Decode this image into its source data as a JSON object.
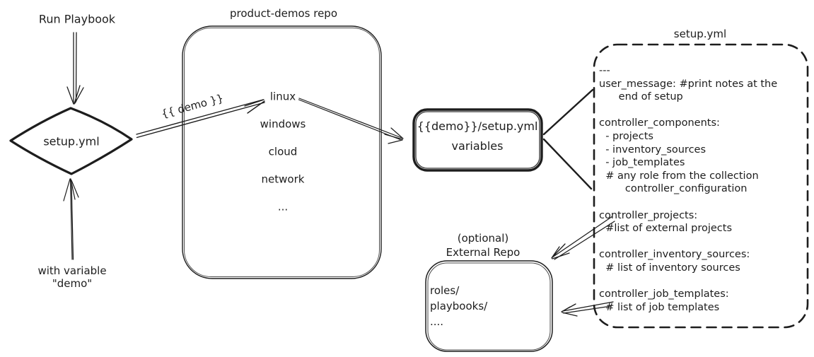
{
  "colors": {
    "ink": "#1d1d1d",
    "background": "#ffffff"
  },
  "trigger": {
    "run_playbook_label": "Run Playbook",
    "diamond_label": "setup.yml",
    "with_variable_label": [
      "with variable",
      "\"demo\""
    ]
  },
  "demo_arrow_label": "{{ demo }}",
  "product_demos": {
    "title": "product-demos repo",
    "items": [
      "linux",
      "windows",
      "cloud",
      "network",
      "..."
    ]
  },
  "variables_box": {
    "lines": [
      "{{demo}}/setup.yml",
      "variables"
    ]
  },
  "setup_yml": {
    "title": "setup.yml",
    "lines": [
      "---",
      "user_message: #print notes at the",
      "      end of setup",
      "",
      "controller_components:",
      "  - projects",
      "  - inventory_sources",
      "  - job_templates",
      "  # any role from the collection",
      "        controller_configuration",
      "",
      "controller_projects:",
      "  #list of external projects",
      "",
      "controller_inventory_sources:",
      "  # list of inventory sources",
      "",
      "controller_job_templates:",
      "  # list of job templates"
    ]
  },
  "external_repo": {
    "title": [
      "(optional)",
      "External Repo"
    ],
    "lines": [
      "roles/",
      "playbooks/",
      "...."
    ]
  }
}
